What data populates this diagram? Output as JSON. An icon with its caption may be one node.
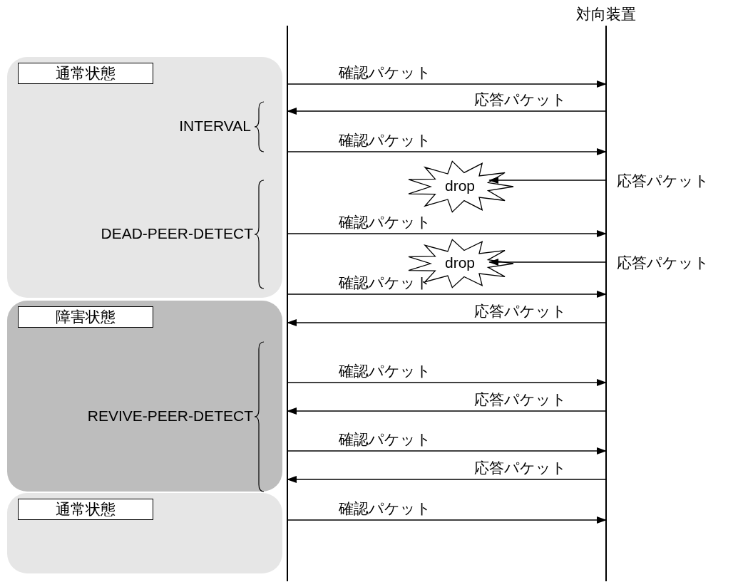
{
  "diagram": {
    "nodes": [
      {
        "text": [],
        "shape": "line"
      },
      {
        "text": [
          "対向装置"
        ]
      },
      {
        "text": [
          "通常状態"
        ]
      },
      {
        "text": [
          "障害状態"
        ]
      },
      {
        "text": [
          "通常状態"
        ]
      },
      {
        "text": [
          "drop"
        ]
      },
      {
        "text": [
          "drop"
        ]
      }
    ],
    "edges": [
      {
        "from": 0,
        "to": 1,
        "arrow": "to",
        "label": "確認パケット"
      },
      {
        "from": 1,
        "to": 0,
        "arrow": "to",
        "label": "応答パケット"
      },
      {
        "from": 0,
        "to": 1,
        "arrow": "to",
        "label": "確認パケット"
      },
      {
        "from": 1,
        "to": 5,
        "arrow": "to",
        "label": "応答パケット"
      },
      {
        "from": 0,
        "to": 1,
        "arrow": "to",
        "label": "確認パケット"
      },
      {
        "from": 1,
        "to": 6,
        "arrow": "to",
        "label": "応答パケット"
      },
      {
        "from": 0,
        "to": 1,
        "arrow": "to",
        "label": "確認パケット"
      },
      {
        "from": 1,
        "to": 0,
        "arrow": "to",
        "label": "応答パケット"
      },
      {
        "from": 0,
        "to": 1,
        "arrow": "to",
        "label": "確認パケット"
      },
      {
        "from": 1,
        "to": 0,
        "arrow": "to",
        "label": "応答パケット"
      },
      {
        "from": 0,
        "to": 1,
        "arrow": "to",
        "label": "確認パケット"
      },
      {
        "from": 1,
        "to": 0,
        "arrow": "to",
        "label": "応答パケット"
      },
      {
        "from": 0,
        "to": 1,
        "arrow": "to",
        "label": "確認パケット"
      }
    ],
    "labels": [
      "INTERVAL",
      "DEAD-PEER-DETECT",
      "REVIVE-PEER-DETECT"
    ]
  }
}
